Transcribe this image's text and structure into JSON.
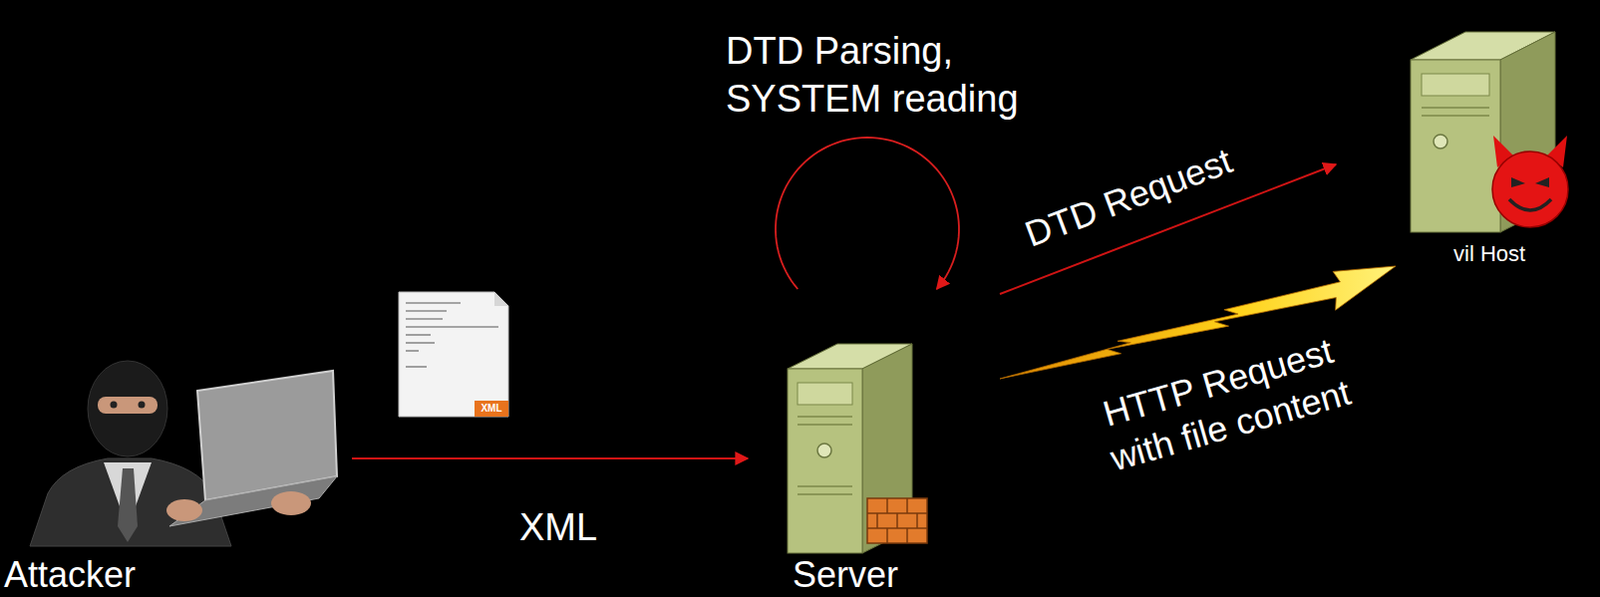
{
  "diagram": {
    "nodes": [
      {
        "text": [
          "Attacker"
        ]
      },
      {
        "text": [
          "Server"
        ]
      },
      {
        "text": [
          "vil Host"
        ]
      }
    ],
    "edges": [
      {
        "from": 0,
        "to": 1,
        "label": "XML",
        "arrow": "to"
      },
      {
        "from": 1,
        "to": 1,
        "label": "DTD Parsing, SYSTEM reading",
        "arrow": "to"
      },
      {
        "from": 1,
        "to": 2,
        "label": "DTD Request",
        "arrow": "to"
      },
      {
        "from": 1,
        "to": 2,
        "label": "HTTP Request with file content",
        "arrow": "to"
      }
    ],
    "labels": [
      "XML"
    ]
  }
}
